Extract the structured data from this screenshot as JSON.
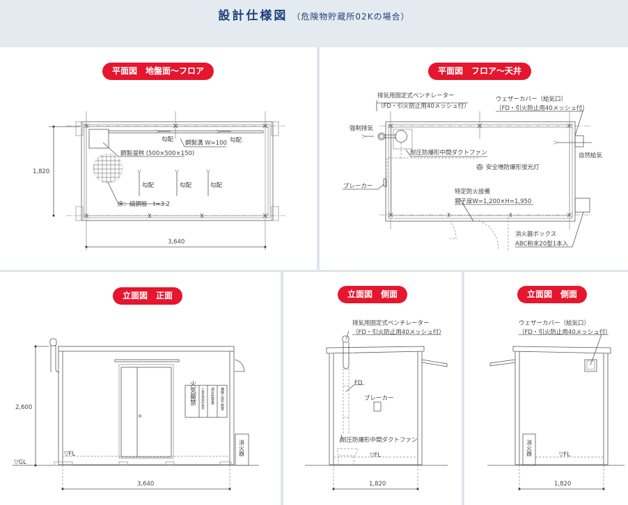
{
  "header": {
    "title": "設計仕様図",
    "subtitle": "（危険物貯蔵所02Kの場合）"
  },
  "panels": {
    "plan_floor": {
      "label": "平面図　地盤面〜フロア",
      "slope": "勾配",
      "gutter": "鋼製溝 W=100",
      "pit": "鋼製溜桝 (500×500×150)",
      "floor": "床：縞鋼板　t=3.2",
      "dim_height": "1,820",
      "dim_width": "3,640"
    },
    "plan_ceiling": {
      "label": "平面図　フロア〜天井",
      "ventilator_1": "排気用固定式ベンチレーター",
      "ventilator_2": "（FD・引火防止用40メッシュ付）",
      "weather_cover_1": "ウェザーカバー（給気口）",
      "weather_cover_2": "（FD・引火防止用40メッシュ付）",
      "forced_exhaust": "強制排気",
      "natural_intake": "自然給気",
      "duct_fan": "耐圧防爆形中間ダクトファン",
      "light": "安全増防爆形蛍光灯",
      "breaker": "ブレーカー",
      "fire_door_1": "特定防火設備",
      "fire_door_2": "親子扉W=1,200×H=1,950",
      "extinguisher_box_1": "消火器ボックス",
      "extinguisher_box_2": "ABC粉末20型1本入"
    },
    "elev_front": {
      "label": "立面図　正面",
      "dim_height": "2,600",
      "dim_width": "3,640",
      "gl": "▽GL",
      "fl": "▽FL",
      "sign_main": "火気厳禁",
      "sign_line1": "少量危険物貯蔵所",
      "sign_line2": "種類 品名 数量",
      "sign_line3": "保安監督者",
      "extinguisher": "消火器"
    },
    "elev_side_left": {
      "label": "立面図　側面",
      "ventilator_1": "排気用固定式ベンチレーター",
      "ventilator_2": "（FD・引火防止用40メッシュ付）",
      "fd": "FD",
      "breaker": "ブレーカー",
      "duct_fan": "耐圧防爆形中間ダクトファン",
      "fl": "▽FL",
      "dim_width": "1,820"
    },
    "elev_side_right": {
      "label": "立面図　側面",
      "weather_cover_1": "ウェザーカバー（給気口）",
      "weather_cover_2": "（FD・引火防止用40メッシュ付）",
      "extinguisher": "消火器",
      "fl": "▽FL",
      "dim_width": "1,820"
    }
  }
}
